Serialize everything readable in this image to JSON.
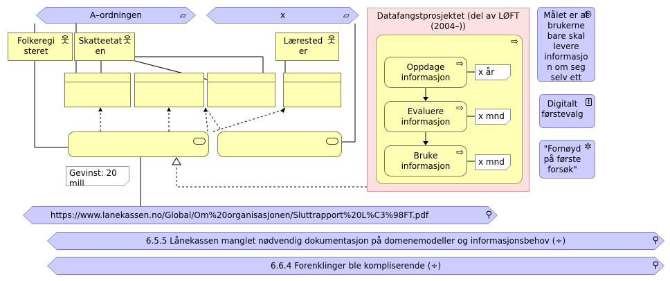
{
  "top_left_hex": {
    "label": "A–ordningen"
  },
  "top_mid_hex": {
    "label": "x"
  },
  "actors": [
    {
      "label": "Folkeregi\nsteret"
    },
    {
      "label": "Skatteetat\nen"
    },
    {
      "label": "Lærested\ner"
    }
  ],
  "project": {
    "title": "Datafangstprosjektet (del av LØFT\n(2004–))",
    "steps": [
      {
        "label": "Oppdage\ninformasjon",
        "note": "x år"
      },
      {
        "label": "Evaluere\ninformasjon",
        "note": "x mnd"
      },
      {
        "label": "Bruke\ninformasjon",
        "note": "x mnd"
      }
    ]
  },
  "goal": {
    "label": "Målet er at\nbrukerne\nbare skal\nlevere\ninformasjo\nn om seg\nselv ett"
  },
  "principle": {
    "label": "Digitalt\nførstevalg"
  },
  "driver": {
    "label": "\"Fornøyd\npå første\nforsøk\""
  },
  "gain_note": {
    "label": "Gevinst: 20\nmill"
  },
  "url_hex": {
    "label": "https://www.lanekassen.no/Global/Om%20organisasjonen/Sluttrapport%20L%C3%98FT.pdf"
  },
  "finding_1": {
    "label": "6.5.5 Lånekassen manglet nødvendig dokumentasjon på domenemodeller og informasjonsbehov (÷)"
  },
  "finding_2": {
    "label": "6.6.4 Forenklinger ble kompliserende (÷)"
  }
}
